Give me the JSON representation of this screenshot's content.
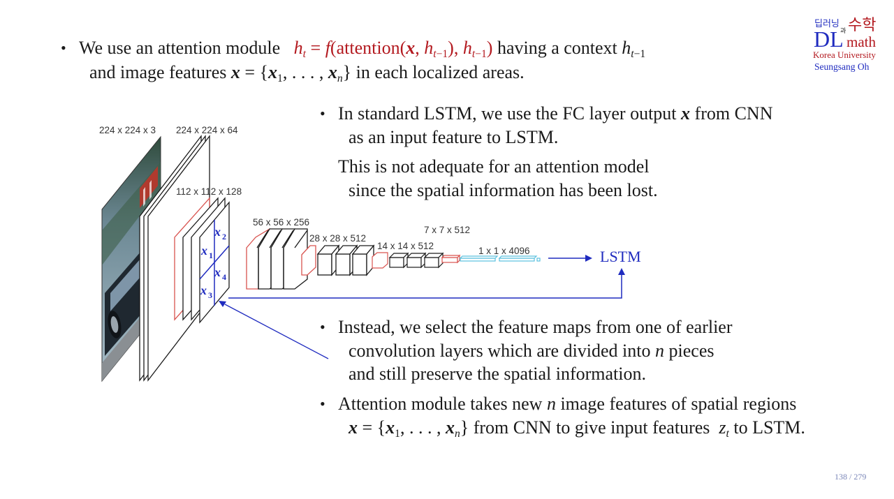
{
  "logo": {
    "kr_small": "딥러닝",
    "kr_conj": "과",
    "kr_big": "수학",
    "dl": "DL",
    "math": "math",
    "university": "Korea University",
    "author": "Seungsang Oh"
  },
  "top_bullet": {
    "line1_pre": "We use an attention module",
    "formula_attention": "attention(",
    "line1_post": "having a context",
    "line2_pre": "and image features",
    "line2_post": "in each localized areas."
  },
  "right_bullets": {
    "b1_line1_pre": "In standard LSTM, we use the FC layer output",
    "b1_line1_post": "from CNN",
    "b1_line2": "as an input feature to LSTM.",
    "b1_line3": "This is not adequate for an attention model",
    "b1_line4": "since the spatial information has been lost.",
    "b2_line1": "Instead, we select the feature maps from one of earlier",
    "b2_line2_pre": "convolution layers which are divided into",
    "b2_line2_n": "n",
    "b2_line2_post": "pieces",
    "b2_line3": "and still preserve the spatial information.",
    "b3_line1_pre": "Attention module takes new",
    "b3_line1_n": "n",
    "b3_line1_post": "image features of spatial regions",
    "b3_line2_post": "from CNN to give input features",
    "b3_line2_end": "to LSTM."
  },
  "diagram": {
    "dims": [
      "224 x 224 x 3",
      "224 x 224 x 64",
      "112 x 112 x 128",
      "56 x 56 x 256",
      "28 x 28 x 512",
      "14 x 14 x 512",
      "7 x 7 x 512",
      "1 x 1 x 4096"
    ],
    "lstm_label": "LSTM",
    "region_labels": [
      "x",
      "x",
      "x",
      "x"
    ],
    "region_subs": [
      "2",
      "1",
      "4",
      "3"
    ]
  },
  "page_number": "138 / 279"
}
